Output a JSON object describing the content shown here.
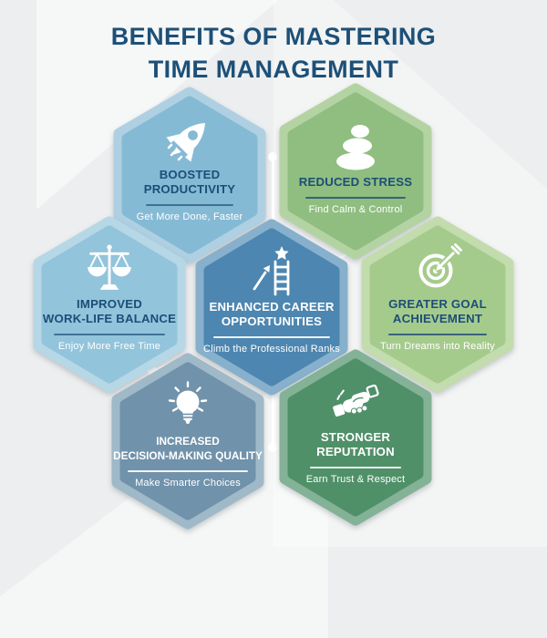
{
  "title": {
    "lines": [
      "BENEFITS OF MASTERING",
      "TIME MANAGEMENT"
    ],
    "color": "#1D5078"
  },
  "background_color": "#EDEEEF",
  "connector_color": "#FFFFFF",
  "hexagons": [
    {
      "id": "boosted-productivity",
      "icon": "rocket-icon",
      "title_lines": [
        "BOOSTED",
        "PRODUCTIVITY"
      ],
      "subtitle": "Get More Done, Faster",
      "fill": "#85BAD5",
      "rim": "#AFD0E2",
      "title_color": "#1C4E78",
      "subtitle_color": "#FFFFFF",
      "divider_color": "#3A678C"
    },
    {
      "id": "reduced-stress",
      "icon": "zen-stones-icon",
      "title_lines": [
        "REDUCED STRESS"
      ],
      "subtitle": "Find Calm & Control",
      "fill": "#8FBE80",
      "rim": "#B4D3A3",
      "title_color": "#1C4E78",
      "subtitle_color": "#FFFFFF",
      "divider_color": "#2B5878"
    },
    {
      "id": "improved-work-life-balance",
      "icon": "balance-scale-icon",
      "title_lines": [
        "IMPROVED",
        "WORK-LIFE BALANCE"
      ],
      "subtitle": "Enjoy More Free Time",
      "fill": "#92C4DB",
      "rim": "#B6D7E6",
      "title_color": "#1C4E78",
      "subtitle_color": "#FFFFFF",
      "divider_color": "#3A678C"
    },
    {
      "id": "enhanced-career-opportunities",
      "icon": "ladder-star-icon",
      "title_lines": [
        "ENHANCED CAREER",
        "OPPORTUNITIES"
      ],
      "subtitle": "Climb the Professional Ranks",
      "fill": "#4D86B0",
      "rim": "#87B0CC",
      "title_color": "#FFFFFF",
      "subtitle_color": "#FFFFFF",
      "divider_color": "#FFFFFF"
    },
    {
      "id": "greater-goal-achievement",
      "icon": "target-arrow-icon",
      "title_lines": [
        "GREATER GOAL",
        "ACHIEVEMENT"
      ],
      "subtitle": "Turn Dreams into Reality",
      "fill": "#A5CB8C",
      "rim": "#C3DCAE",
      "title_color": "#1C4E78",
      "subtitle_color": "#FFFFFF",
      "divider_color": "#2B5878"
    },
    {
      "id": "increased-decision-making-quality",
      "icon": "lightbulb-icon",
      "title_lines": [
        "INCREASED",
        "DECISION-MAKING QUALITY"
      ],
      "subtitle": "Make Smarter Choices",
      "fill": "#7092AB",
      "rim": "#9FB9C8",
      "title_color": "#FFFFFF",
      "subtitle_color": "#FFFFFF",
      "divider_color": "#FFFFFF"
    },
    {
      "id": "stronger-reputation",
      "icon": "handshake-icon",
      "title_lines": [
        "STRONGER",
        "REPUTATION"
      ],
      "subtitle": "Earn Trust & Respect",
      "fill": "#4F9069",
      "rim": "#84B296",
      "title_color": "#FFFFFF",
      "subtitle_color": "#FFFFFF",
      "divider_color": "#FFFFFF"
    }
  ]
}
